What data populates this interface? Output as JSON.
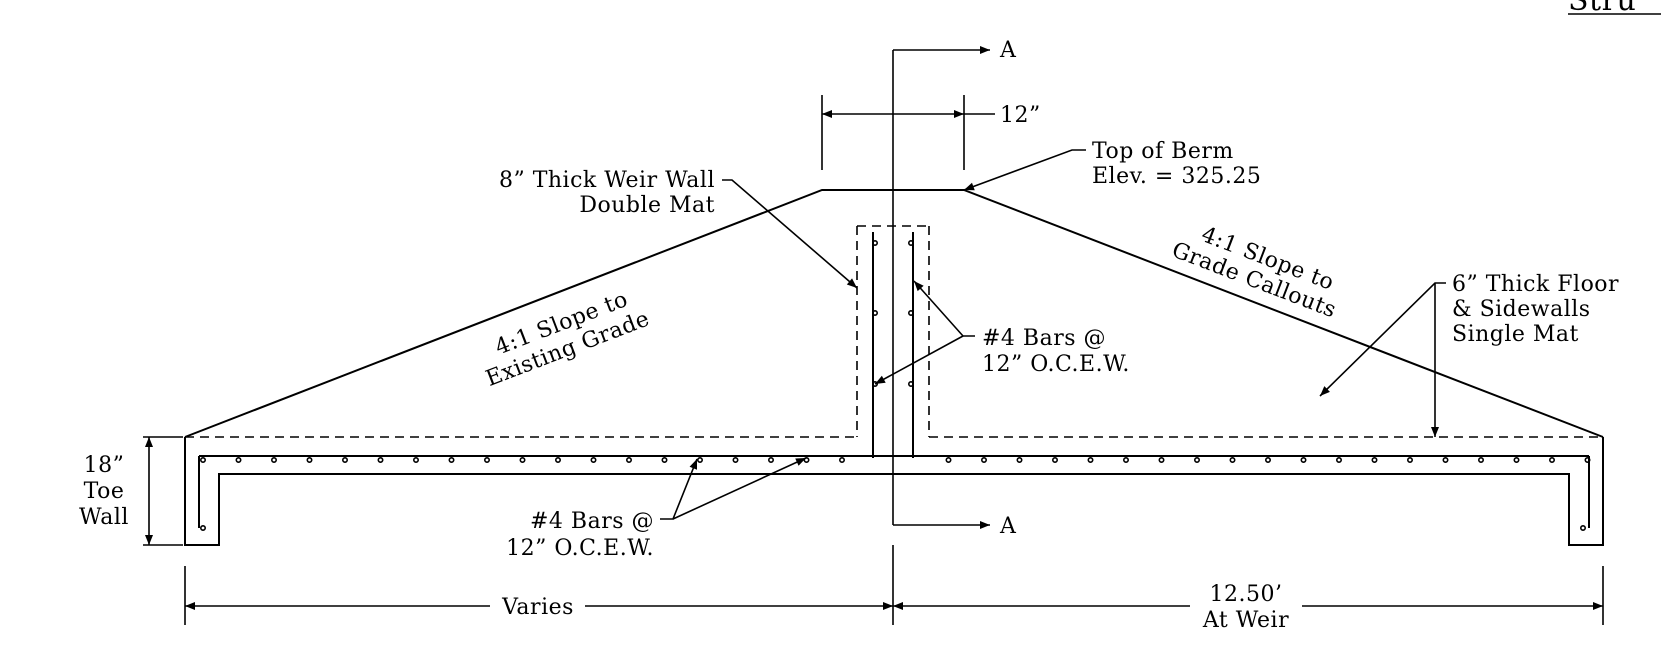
{
  "title_fragment": "Stru",
  "labels": {
    "section_a_top": "A",
    "section_a_bottom": "A",
    "dim_12in": "12”",
    "berm_line1": "Top of Berm",
    "berm_line2": "Elev. = 325.25",
    "weir_wall_line1": "8” Thick Weir Wall",
    "weir_wall_line2": "Double Mat",
    "left_slope_line1": "4:1 Slope to",
    "left_slope_line2": "Existing Grade",
    "right_slope_line1": "4:1 Slope to",
    "right_slope_line2": "Grade Callouts",
    "floor_line1": "6” Thick Floor",
    "floor_line2": "& Sidewalls",
    "floor_line3": "Single Mat",
    "wall_bars_line1": "#4 Bars @",
    "wall_bars_line2": "12” O.C.E.W.",
    "floor_bars_line1": "#4 Bars @",
    "floor_bars_line2": "12” O.C.E.W.",
    "toe_line1": "18”",
    "toe_line2": "Toe",
    "toe_line3": "Wall",
    "dim_left": "Varies",
    "dim_right_line1": "12.50’",
    "dim_right_line2": "At Weir"
  }
}
